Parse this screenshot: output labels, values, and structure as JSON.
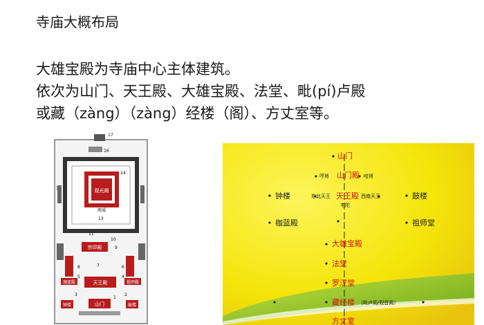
{
  "slide": {
    "title": "寺庙大概布局",
    "line1": "大雄宝殿为寺庙中心主体建筑。",
    "line2": "依次为山门、天王殿、大雄宝殿、法堂、毗(pí)卢殿",
    "line3": "或藏（zàng）（zàng）经楼（阁）、方丈室等。"
  },
  "plan": {
    "num_17": "17",
    "num_16": "16",
    "num_15": "15",
    "num_14": "14",
    "num_13": "13",
    "num_11": "11",
    "num_10": "10",
    "num_9": "9",
    "num_8": "8",
    "num_7": "7",
    "num_6": "6",
    "num_5": "5",
    "num_4": "4",
    "num_3": "3",
    "num_2": "2",
    "num_1": "1",
    "inner_hall": "观光阁",
    "front_hall": "雨城",
    "main_hall": "宗印殿",
    "tianwang": "天王殿",
    "shanmen": "山门",
    "left_hall": "伽蓝殿",
    "right_hall": "祖师殿",
    "bell": "钟楼",
    "drum": "鼓楼"
  },
  "layout_labels": {
    "shanmen": "山门",
    "shanmen_hall": "山门殿",
    "hengjiang": "哼将",
    "hajiang": "哈将",
    "bell_tower": "钟楼",
    "drum_tower": "鼓楼",
    "ne_king": "东北天王",
    "sw_king": "西南天王",
    "tianwang_hall": "天王殿",
    "weituo": "韦陀",
    "qielan_hall": "枷蓝殿",
    "zushi_hall": "祖师堂",
    "daxiong_hall": "大雄宝殿",
    "fatang": "法堂",
    "luohan_hall": "罗汉堂",
    "sutra_tower": "藏经楼",
    "sutra_note": "（毗卢阁/观音阁）",
    "abbot_room": "方丈室"
  },
  "colors": {
    "red_hall": "#b81c1c",
    "dark_wall": "#333333",
    "yellow_bg": "#f5e40a",
    "green_band": "#77bc20",
    "red_text": "#d01414"
  }
}
